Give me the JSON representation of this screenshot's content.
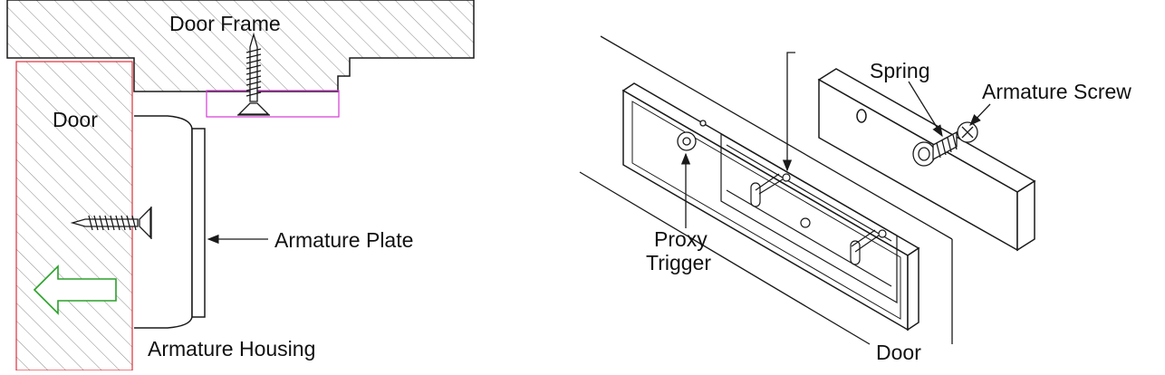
{
  "left_view": {
    "labels": {
      "door_frame": "Door Frame",
      "door": "Door",
      "armature_plate": "Armature Plate",
      "armature_housing": "Armature Housing"
    }
  },
  "right_view": {
    "labels": {
      "spring": "Spring",
      "armature_screw": "Armature Screw",
      "proxy_trigger_line1": "Proxy",
      "proxy_trigger_line2": "Trigger",
      "door": "Door"
    }
  },
  "colors": {
    "line": "#1a1a1a",
    "hatch": "#8c8c8c",
    "door_outline": "#e0303a",
    "screw_area": "#d63ad6",
    "arrow": "#2aa02a"
  }
}
